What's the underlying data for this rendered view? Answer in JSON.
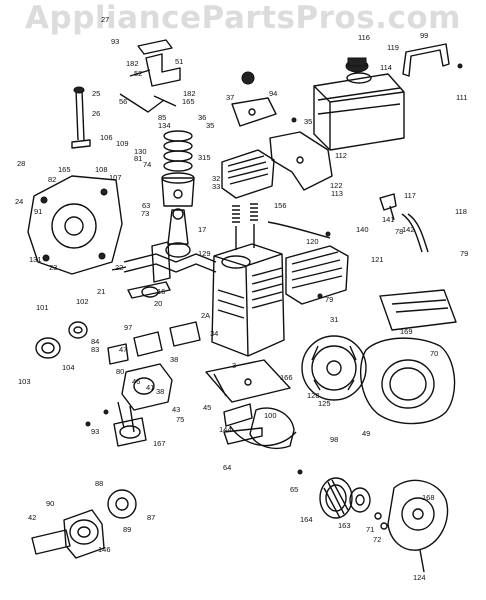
{
  "watermark": "AppliancePartsPros.com",
  "callouts": [
    {
      "id": "c27",
      "text": "27"
    },
    {
      "id": "c93",
      "text": "93"
    },
    {
      "id": "c182a",
      "text": "182"
    },
    {
      "id": "c51",
      "text": "51"
    },
    {
      "id": "c52",
      "text": "52"
    },
    {
      "id": "c25",
      "text": "25"
    },
    {
      "id": "c56",
      "text": "56"
    },
    {
      "id": "c182b",
      "text": "182"
    },
    {
      "id": "c165a",
      "text": "165"
    },
    {
      "id": "c85",
      "text": "85"
    },
    {
      "id": "c134",
      "text": "134"
    },
    {
      "id": "c37",
      "text": "37"
    },
    {
      "id": "c94",
      "text": "94"
    },
    {
      "id": "c116",
      "text": "116"
    },
    {
      "id": "c119",
      "text": "119"
    },
    {
      "id": "c99",
      "text": "99"
    },
    {
      "id": "c114",
      "text": "114"
    },
    {
      "id": "c111",
      "text": "111"
    },
    {
      "id": "c36",
      "text": "36"
    },
    {
      "id": "c26",
      "text": "26"
    },
    {
      "id": "c35a",
      "text": "35"
    },
    {
      "id": "c35b",
      "text": "35"
    },
    {
      "id": "c106",
      "text": "106"
    },
    {
      "id": "c109",
      "text": "109"
    },
    {
      "id": "c130",
      "text": "130"
    },
    {
      "id": "c81",
      "text": "81"
    },
    {
      "id": "c74",
      "text": "74"
    },
    {
      "id": "c315",
      "text": "315"
    },
    {
      "id": "c112",
      "text": "112"
    },
    {
      "id": "c28",
      "text": "28"
    },
    {
      "id": "c165b",
      "text": "165"
    },
    {
      "id": "c82",
      "text": "82"
    },
    {
      "id": "c108",
      "text": "108"
    },
    {
      "id": "c107",
      "text": "107"
    },
    {
      "id": "c32",
      "text": "32"
    },
    {
      "id": "c33",
      "text": "33"
    },
    {
      "id": "c122",
      "text": "122"
    },
    {
      "id": "c113",
      "text": "113"
    },
    {
      "id": "c24",
      "text": "24"
    },
    {
      "id": "c91",
      "text": "91"
    },
    {
      "id": "c63",
      "text": "63"
    },
    {
      "id": "c156",
      "text": "156"
    },
    {
      "id": "c117",
      "text": "117"
    },
    {
      "id": "c118",
      "text": "118"
    },
    {
      "id": "c73",
      "text": "73"
    },
    {
      "id": "c141",
      "text": "141"
    },
    {
      "id": "c78",
      "text": "78"
    },
    {
      "id": "c17",
      "text": "17"
    },
    {
      "id": "c140",
      "text": "140"
    },
    {
      "id": "c142",
      "text": "142"
    },
    {
      "id": "c120",
      "text": "120"
    },
    {
      "id": "c131",
      "text": "131"
    },
    {
      "id": "c23",
      "text": "23"
    },
    {
      "id": "c121",
      "text": "121"
    },
    {
      "id": "c79a",
      "text": "79"
    },
    {
      "id": "c22",
      "text": "22"
    },
    {
      "id": "c129",
      "text": "129"
    },
    {
      "id": "c21",
      "text": "21"
    },
    {
      "id": "c16",
      "text": "16"
    },
    {
      "id": "c20",
      "text": "20"
    },
    {
      "id": "c79b",
      "text": "79"
    },
    {
      "id": "c101",
      "text": "101"
    },
    {
      "id": "c102",
      "text": "102"
    },
    {
      "id": "c169",
      "text": "169"
    },
    {
      "id": "c2a",
      "text": "2A"
    },
    {
      "id": "c31",
      "text": "31"
    },
    {
      "id": "c97",
      "text": "97"
    },
    {
      "id": "c34",
      "text": "34"
    },
    {
      "id": "c84",
      "text": "84"
    },
    {
      "id": "c83",
      "text": "83"
    },
    {
      "id": "c47",
      "text": "47"
    },
    {
      "id": "c104",
      "text": "104"
    },
    {
      "id": "c103",
      "text": "103"
    },
    {
      "id": "c70",
      "text": "70"
    },
    {
      "id": "c38a",
      "text": "38"
    },
    {
      "id": "c80",
      "text": "80"
    },
    {
      "id": "c46",
      "text": "46"
    },
    {
      "id": "c41",
      "text": "41"
    },
    {
      "id": "c38b",
      "text": "38"
    },
    {
      "id": "c3",
      "text": "3"
    },
    {
      "id": "c166",
      "text": "166"
    },
    {
      "id": "c128",
      "text": "128"
    },
    {
      "id": "c125",
      "text": "125"
    },
    {
      "id": "c75",
      "text": "75"
    },
    {
      "id": "c43",
      "text": "43"
    },
    {
      "id": "c45",
      "text": "45"
    },
    {
      "id": "c100",
      "text": "100"
    },
    {
      "id": "c144",
      "text": "144"
    },
    {
      "id": "c98",
      "text": "98"
    },
    {
      "id": "c49",
      "text": "49"
    },
    {
      "id": "c93b",
      "text": "93"
    },
    {
      "id": "c167",
      "text": "167"
    },
    {
      "id": "c64",
      "text": "64"
    },
    {
      "id": "c65",
      "text": "65"
    },
    {
      "id": "c88",
      "text": "88"
    },
    {
      "id": "c90",
      "text": "90"
    },
    {
      "id": "c87",
      "text": "87"
    },
    {
      "id": "c42",
      "text": "42"
    },
    {
      "id": "c89",
      "text": "89"
    },
    {
      "id": "c146",
      "text": "146"
    },
    {
      "id": "c164",
      "text": "164"
    },
    {
      "id": "c163",
      "text": "163"
    },
    {
      "id": "c71",
      "text": "71"
    },
    {
      "id": "c72",
      "text": "72"
    },
    {
      "id": "c168",
      "text": "168"
    },
    {
      "id": "c124",
      "text": "124"
    }
  ]
}
